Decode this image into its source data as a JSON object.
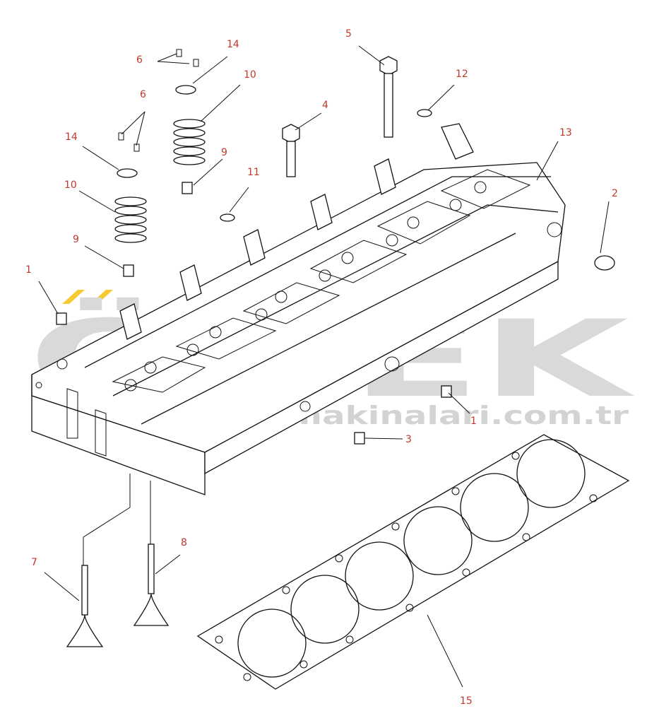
{
  "watermark": {
    "brand": "ÖNEK",
    "url": "www.onekis.makinalari.com.tr",
    "accent_color": "#f5c518",
    "text_color": "#d5d5d5"
  },
  "colors": {
    "label": "#c0392b",
    "line": "#111111"
  },
  "callouts": [
    {
      "id": "1a",
      "number": "1"
    },
    {
      "id": "1b",
      "number": "1"
    },
    {
      "id": "2",
      "number": "2"
    },
    {
      "id": "3",
      "number": "3"
    },
    {
      "id": "4",
      "number": "4"
    },
    {
      "id": "5",
      "number": "5"
    },
    {
      "id": "6a",
      "number": "6"
    },
    {
      "id": "6b",
      "number": "6"
    },
    {
      "id": "7",
      "number": "7"
    },
    {
      "id": "8",
      "number": "8"
    },
    {
      "id": "9a",
      "number": "9"
    },
    {
      "id": "9b",
      "number": "9"
    },
    {
      "id": "10a",
      "number": "10"
    },
    {
      "id": "10b",
      "number": "10"
    },
    {
      "id": "11",
      "number": "11"
    },
    {
      "id": "12",
      "number": "12"
    },
    {
      "id": "13",
      "number": "13"
    },
    {
      "id": "14a",
      "number": "14"
    },
    {
      "id": "14b",
      "number": "14"
    },
    {
      "id": "15",
      "number": "15"
    }
  ]
}
